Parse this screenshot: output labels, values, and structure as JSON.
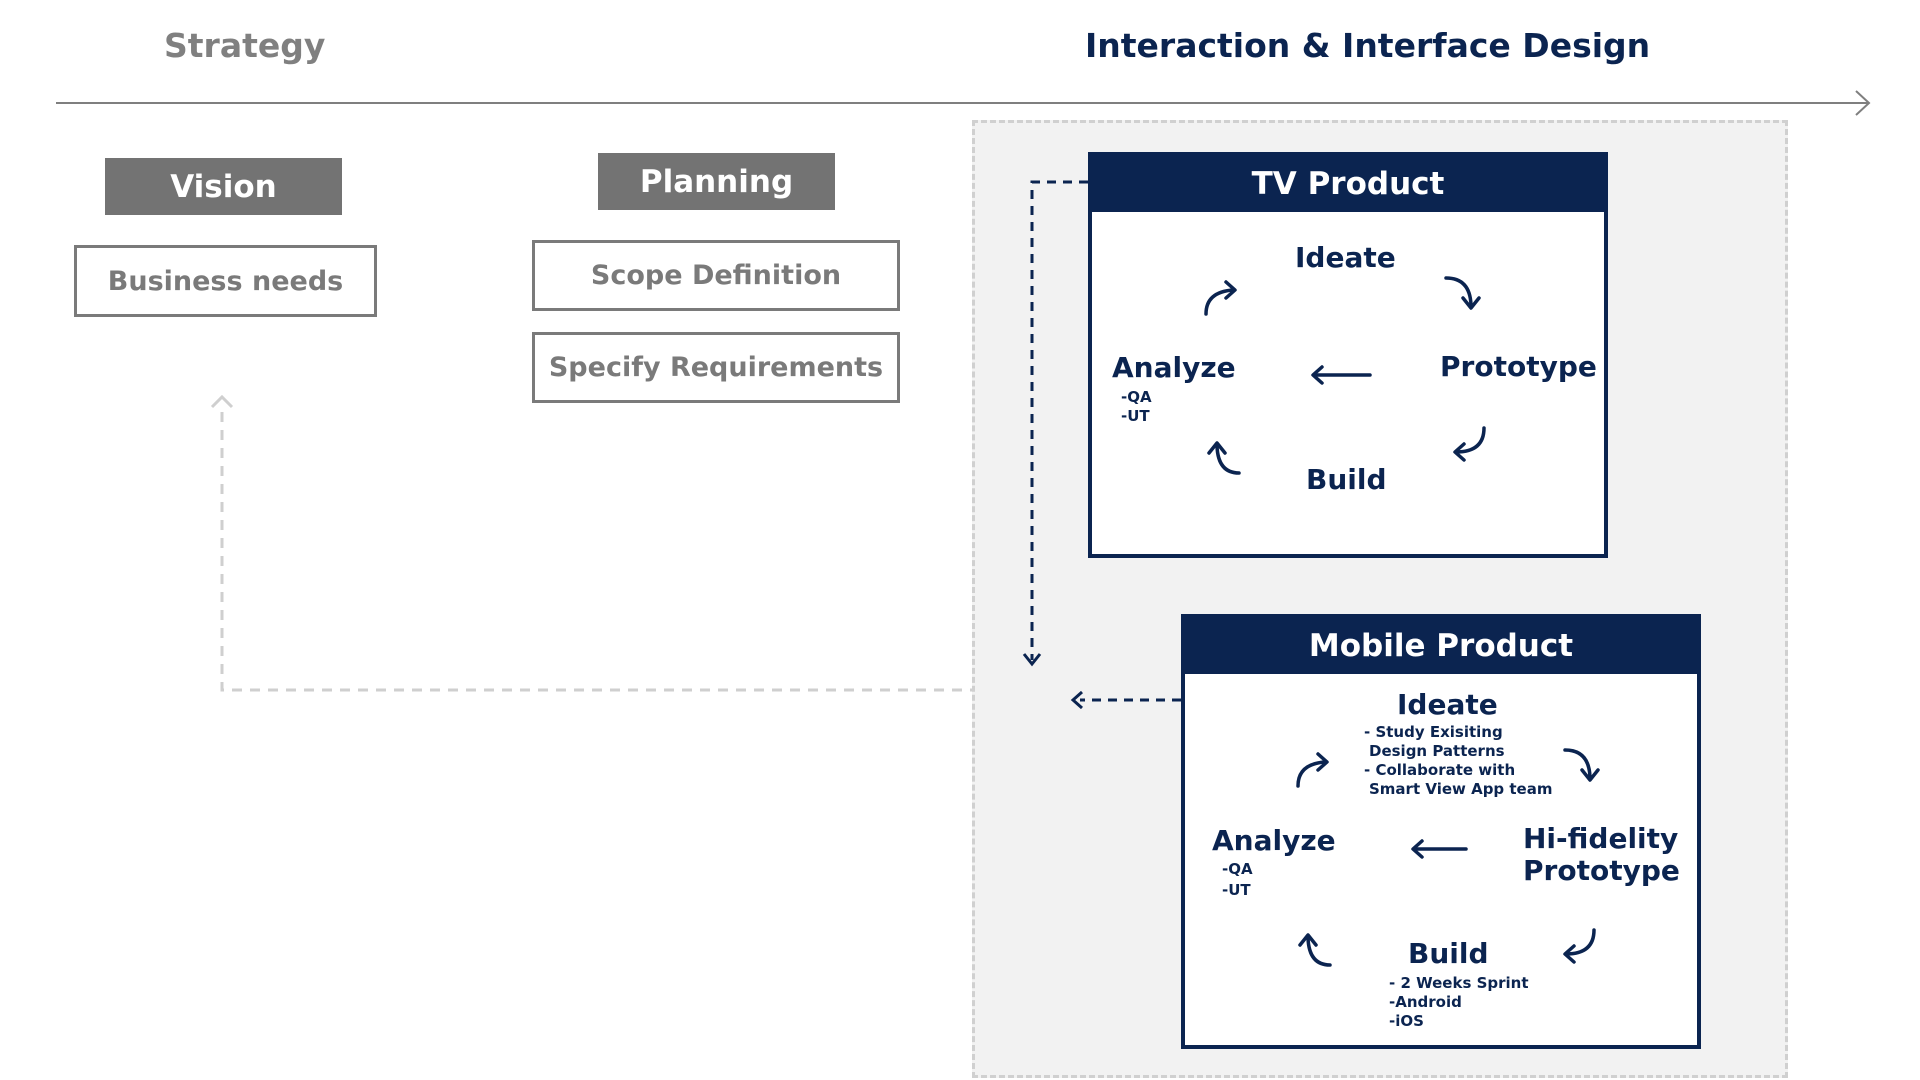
{
  "phases": {
    "strategy": "Strategy",
    "ixd": "Interaction & Interface Design"
  },
  "strategy": {
    "vision": {
      "title": "Vision",
      "items": [
        "Business needs"
      ]
    },
    "planning": {
      "title": "Planning",
      "items": [
        "Scope Definition",
        "Specify Requirements"
      ]
    }
  },
  "tv_product": {
    "title": "TV Product",
    "ideate": "Ideate",
    "prototype": "Prototype",
    "build": "Build",
    "analyze": "Analyze",
    "analyze_notes": [
      "-QA",
      "-UT"
    ]
  },
  "mobile_product": {
    "title": "Mobile Product",
    "ideate": "Ideate",
    "ideate_notes": [
      "- Study Exisiting",
      "Design Patterns",
      "- Collaborate with",
      "Smart View App team"
    ],
    "prototype_lines": [
      "Hi-fidelity",
      "Prototype"
    ],
    "build": "Build",
    "build_notes": [
      "- 2 Weeks Sprint",
      "-Android",
      "-iOS"
    ],
    "analyze": "Analyze",
    "analyze_notes": [
      "-QA",
      "-UT"
    ]
  },
  "colors": {
    "navy": "#0b2450",
    "grey": "#737373",
    "light_grey_bg": "#f2f2f2",
    "dashed_grey": "#d0d0d0"
  }
}
